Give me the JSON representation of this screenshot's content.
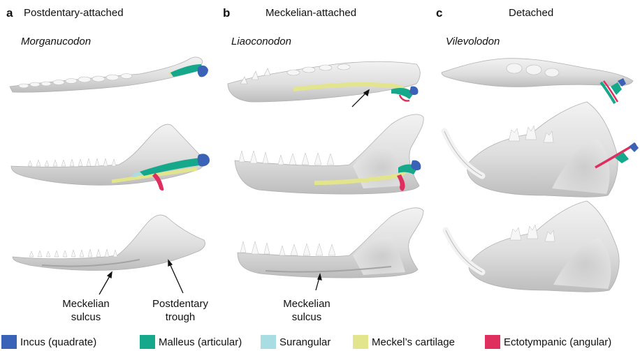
{
  "panels": [
    {
      "letter": "a",
      "title": "Postdentary-attached",
      "taxon": "Morganucodon"
    },
    {
      "letter": "b",
      "title": "Meckelian-attached",
      "taxon": "Liaoconodon"
    },
    {
      "letter": "c",
      "title": "Detached",
      "taxon": "Vilevolodon"
    }
  ],
  "annotations": {
    "meckelian_sulcus_a": [
      "Meckelian",
      "sulcus"
    ],
    "postdentary_trough": [
      "Postdentary",
      "trough"
    ],
    "meckelian_sulcus_b": [
      "Meckelian",
      "sulcus"
    ]
  },
  "legend": [
    {
      "label": "Incus (quadrate)",
      "color": "#3a63b8"
    },
    {
      "label": "Malleus (articular)",
      "color": "#16a88a"
    },
    {
      "label": "Surangular",
      "color": "#a9dde4"
    },
    {
      "label": "Meckel’s cartilage",
      "color": "#e3e58c"
    },
    {
      "label": "Ectotympanic (angular)",
      "color": "#de2f5e"
    }
  ],
  "colors": {
    "bone": "#e2e2e2",
    "bone_edge": "#b4b4b4",
    "tooth": "#f4f4f4"
  }
}
